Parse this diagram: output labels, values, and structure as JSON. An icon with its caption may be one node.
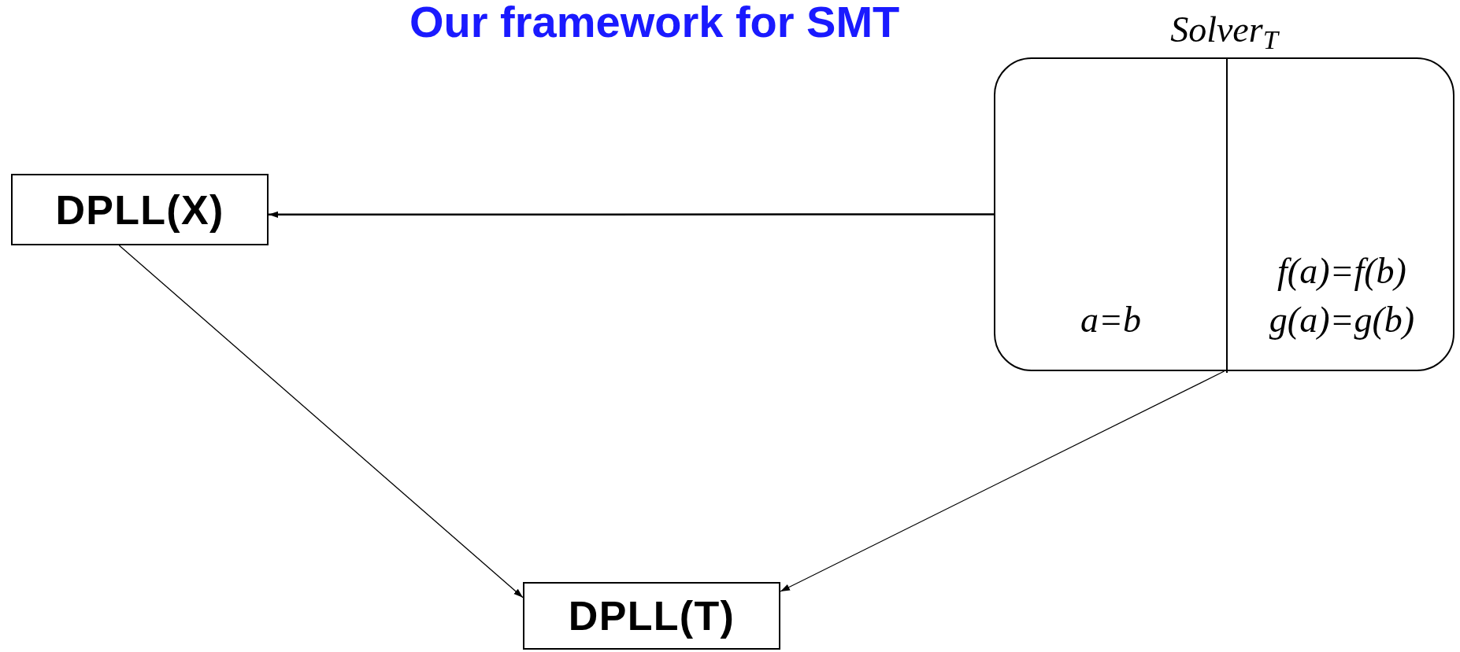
{
  "diagram": {
    "title": "Our framework for SMT",
    "nodes": [
      {
        "text": [
          "DPLL(X)"
        ]
      },
      {
        "text": [
          "Solver$_{T}$"
        ]
      },
      {
        "text": [
          "a=b"
        ],
        "in": 1
      },
      {
        "text": [
          "f(a)=f(b)",
          "g(a)=g(b)"
        ],
        "in": 1
      },
      {
        "text": [
          "DPLL(T)"
        ]
      }
    ],
    "edges": [
      {
        "from": 1,
        "to": 0,
        "arrow": "to"
      },
      {
        "from": 0,
        "to": 4,
        "arrow": "to"
      },
      {
        "from": 1,
        "to": 4,
        "arrow": "to"
      }
    ]
  }
}
